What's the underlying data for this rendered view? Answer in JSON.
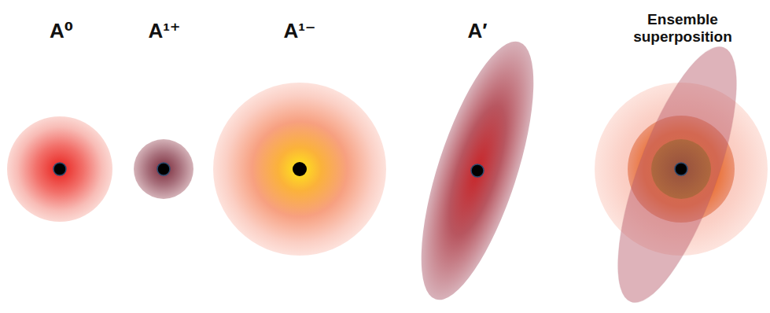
{
  "diagram": {
    "labels": [
      "A⁰",
      "A¹⁺",
      "A¹⁻",
      "A′",
      "Ensemble superposition"
    ]
  }
}
